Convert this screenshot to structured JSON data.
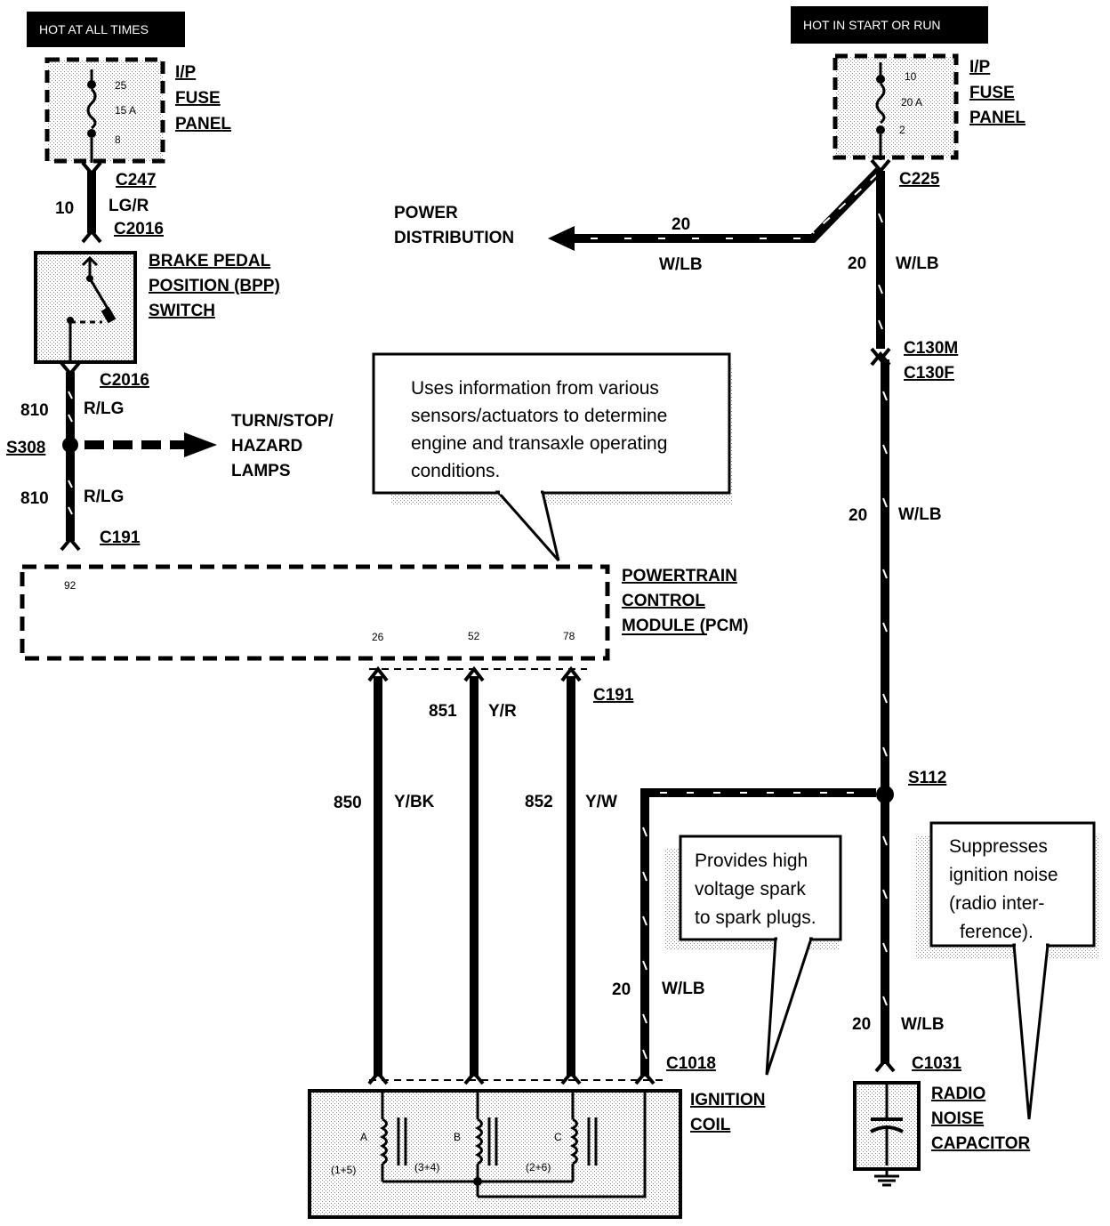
{
  "banners": {
    "hot_at_all_times": "HOT AT ALL TIMES",
    "hot_in_start_or_run": "HOT IN START OR RUN"
  },
  "fuse_left": {
    "line1": "I/P",
    "line2": "FUSE",
    "line3": "PANEL",
    "num_top": "25",
    "rating": "15 A",
    "num_bottom": "8"
  },
  "fuse_right": {
    "line1": "I/P",
    "line2": "FUSE",
    "line3": "PANEL",
    "num_top": "10",
    "rating": "20 A",
    "num_bottom": "2"
  },
  "connectors": {
    "c247": "C247",
    "c2016_a": "C2016",
    "c2016_b": "C2016",
    "c191_a": "C191",
    "c191_b": "C191",
    "c225": "C225",
    "c130m": "C130M",
    "c130f": "C130F",
    "c1018": "C1018",
    "c1031": "C1031"
  },
  "splices": {
    "s308": "S308",
    "s112": "S112"
  },
  "wires": {
    "left_10": "10",
    "left_lg_r": "LG/R",
    "w810_a": "810",
    "r_lg_a": "R/LG",
    "w810_b": "810",
    "r_lg_b": "R/LG",
    "pd_20": "20",
    "pd_w_lb": "W/LB",
    "r_20_a": "20",
    "r_wlb_a": "W/LB",
    "r_20_b": "20",
    "r_wlb_b": "W/LB",
    "r_20_c": "20",
    "r_wlb_c": "W/LB",
    "w850": "850",
    "y_bk": "Y/BK",
    "w851": "851",
    "y_r": "Y/R",
    "w852": "852",
    "y_w": "Y/W",
    "coil_20": "20",
    "coil_wlb": "W/LB"
  },
  "components": {
    "bpp": {
      "line1": "BRAKE PEDAL",
      "line2": "POSITION (BPP)",
      "line3": "SWITCH"
    },
    "pcm": {
      "line1": "POWERTRAIN",
      "line2": "CONTROL",
      "line3": "MODULE (PCM)"
    },
    "power_distribution": {
      "line1": "POWER",
      "line2": "DISTRIBUTION"
    },
    "lamps": {
      "line1": "TURN/STOP/",
      "line2": "HAZARD",
      "line3": "LAMPS"
    },
    "ignition_coil": {
      "line1": "IGNITION",
      "line2": "COIL"
    },
    "radio_cap": {
      "line1": "RADIO",
      "line2": "NOISE",
      "line3": "CAPACITOR"
    }
  },
  "pins": {
    "p92": "92",
    "p26": "26",
    "p52": "52",
    "p78": "78"
  },
  "coil_labels": {
    "a": "A",
    "b": "B",
    "c": "C",
    "a_cyl": "(1+5)",
    "b_cyl": "(3+4)",
    "c_cyl": "(2+6)"
  },
  "notes": {
    "pcm_note": [
      "Uses information from various",
      "sensors/actuators to determine",
      "engine and transaxle operating",
      "conditions."
    ],
    "coil_note": [
      "Provides high",
      "voltage spark",
      "to spark plugs."
    ],
    "cap_note": [
      "Suppresses",
      "ignition noise",
      "(radio inter-",
      "ference)."
    ]
  }
}
